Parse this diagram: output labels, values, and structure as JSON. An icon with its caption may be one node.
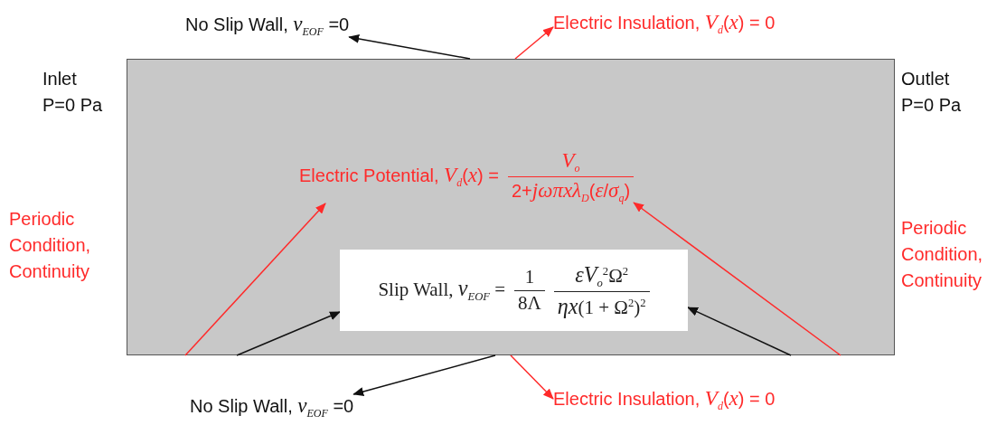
{
  "diagram": {
    "nodes": [
      {
        "text": [],
        "shape": "box"
      },
      {
        "text": [
          "No Slip Wall, *v*$_{EOF}$ =0"
        ]
      },
      {
        "text": [
          "Electric Insulation, *V*$_{d}$(*x*) = 0"
        ]
      },
      {
        "text": [
          "Electric Potential, *V*$_{d}$(*x*) =",
          "*V*$_{o}$",
          "2+*jωπxλ*$_{D}$(*ε*/*σ*$_{q}$)"
        ],
        "in": 0
      },
      {
        "text": [
          "Slip Wall, *v*$_{EOF}$ =",
          "1",
          "8Λ",
          "*εV*$_{o}$$^{2}$Ω$^{2}$",
          "*ηx*(1 + Ω$^{2}$)$^{2}$"
        ],
        "in": 0
      },
      {
        "text": [
          "No Slip Wall, *v*$_{EOF}$ =0"
        ]
      },
      {
        "text": [
          "Electric Insulation, *V*$_{d}$(*x*) = 0"
        ]
      }
    ],
    "edges": [
      {
        "from": 0,
        "to": 1,
        "arrow": "to"
      },
      {
        "from": 0,
        "to": 2,
        "arrow": "to",
        "color": "#ff2a2a"
      },
      {
        "from": 0,
        "to": 3,
        "arrow": "to",
        "color": "#ff2a2a"
      },
      {
        "from": 0,
        "to": 3,
        "arrow": "to",
        "color": "#ff2a2a"
      },
      {
        "from": 0,
        "to": 4,
        "arrow": "to"
      },
      {
        "from": 0,
        "to": 4,
        "arrow": "to"
      },
      {
        "from": 0,
        "to": 5,
        "arrow": "to"
      },
      {
        "from": 0,
        "to": 6,
        "arrow": "to",
        "color": "#ff2a2a"
      }
    ],
    "labels": [
      "Inlet",
      "P=0 Pa",
      "Outlet",
      "P=0 Pa",
      "Periodic Condition, Continuity",
      "Periodic Condition, Continuity"
    ]
  }
}
